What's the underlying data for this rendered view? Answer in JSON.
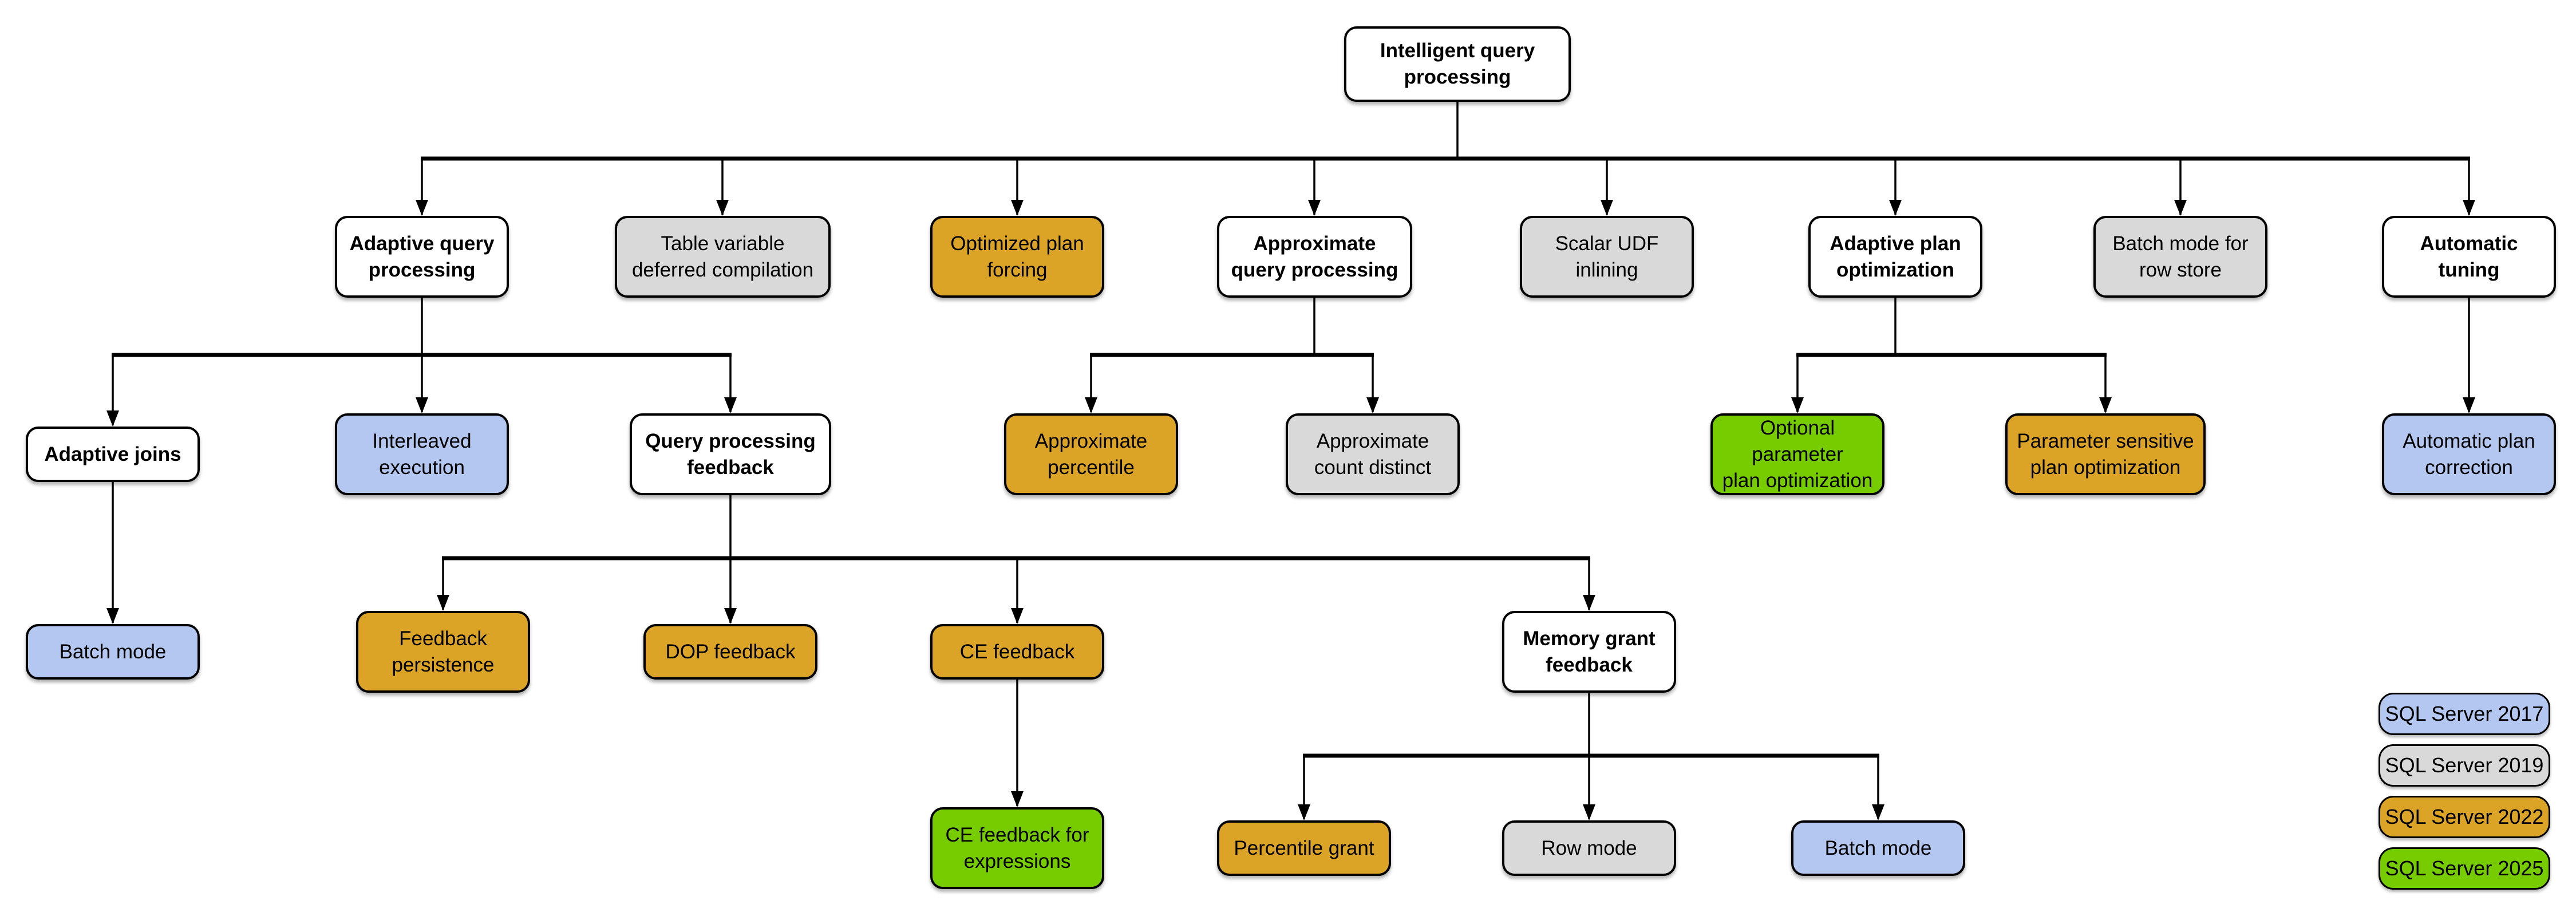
{
  "diagram": {
    "root_label": "Intelligent query\nprocessing",
    "description_colors": {
      "sql_server_2017": "#b4c7f0",
      "sql_server_2019": "#d9d9d9",
      "sql_server_2022": "#dba427",
      "sql_server_2025": "#77cc00",
      "category_header": "#ffffff",
      "border_and_lines": "#000000"
    }
  },
  "nodes": [
    {
      "label": "Intelligent query\nprocessing",
      "category": "header"
    },
    {
      "label": "Adaptive query\nprocessing",
      "category": "header"
    },
    {
      "label": "Table variable\ndeferred compilation",
      "category": "sql-server-2019"
    },
    {
      "label": "Optimized plan\nforcing",
      "category": "sql-server-2022"
    },
    {
      "label": "Approximate\nquery processing",
      "category": "header"
    },
    {
      "label": "Scalar UDF\ninlining",
      "category": "sql-server-2019"
    },
    {
      "label": "Adaptive plan\noptimization",
      "category": "header"
    },
    {
      "label": "Batch mode for\nrow store",
      "category": "sql-server-2019"
    },
    {
      "label": "Automatic\ntuning",
      "category": "header"
    },
    {
      "label": "Adaptive joins",
      "category": "header"
    },
    {
      "label": "Interleaved\nexecution",
      "category": "sql-server-2017"
    },
    {
      "label": "Query processing\nfeedback",
      "category": "header"
    },
    {
      "label": "Approximate\npercentile",
      "category": "sql-server-2022"
    },
    {
      "label": "Approximate\ncount distinct",
      "category": "sql-server-2019"
    },
    {
      "label": "Optional parameter\nplan optimization",
      "category": "sql-server-2025"
    },
    {
      "label": "Parameter sensitive\nplan optimization",
      "category": "sql-server-2022"
    },
    {
      "label": "Automatic plan\ncorrection",
      "category": "sql-server-2017"
    },
    {
      "label": "Batch mode",
      "category": "sql-server-2017"
    },
    {
      "label": "Feedback\npersistence",
      "category": "sql-server-2022"
    },
    {
      "label": "DOP feedback",
      "category": "sql-server-2022"
    },
    {
      "label": "CE feedback",
      "category": "sql-server-2022"
    },
    {
      "label": "Memory grant\nfeedback",
      "category": "header"
    },
    {
      "label": "CE feedback for\nexpressions",
      "category": "sql-server-2025"
    },
    {
      "label": "Percentile grant",
      "category": "sql-server-2022"
    },
    {
      "label": "Row mode",
      "category": "sql-server-2019"
    },
    {
      "label": "Batch mode",
      "category": "sql-server-2017"
    }
  ],
  "edges": [
    {
      "from": "Intelligent query processing",
      "to": [
        "Adaptive query processing",
        "Table variable deferred compilation",
        "Optimized plan forcing",
        "Approximate query processing",
        "Scalar UDF inlining",
        "Adaptive plan optimization",
        "Batch mode for row store",
        "Automatic tuning"
      ]
    },
    {
      "from": "Adaptive query processing",
      "to": [
        "Adaptive joins",
        "Interleaved execution",
        "Query processing feedback"
      ]
    },
    {
      "from": "Approximate query processing",
      "to": [
        "Approximate percentile",
        "Approximate count distinct"
      ]
    },
    {
      "from": "Adaptive plan optimization",
      "to": [
        "Optional parameter plan optimization",
        "Parameter sensitive plan optimization"
      ]
    },
    {
      "from": "Automatic tuning",
      "to": [
        "Automatic plan correction"
      ]
    },
    {
      "from": "Adaptive joins",
      "to": [
        "Batch mode"
      ]
    },
    {
      "from": "Query processing feedback",
      "to": [
        "Feedback persistence",
        "DOP feedback",
        "CE feedback",
        "Memory grant feedback"
      ]
    },
    {
      "from": "CE feedback",
      "to": [
        "CE feedback for expressions"
      ]
    },
    {
      "from": "Memory grant feedback",
      "to": [
        "Percentile grant",
        "Row mode",
        "Batch mode"
      ]
    }
  ],
  "legend": {
    "items": [
      {
        "label": "SQL Server 2017",
        "color": "#b4c7f0"
      },
      {
        "label": "SQL Server 2019",
        "color": "#d9d9d9"
      },
      {
        "label": "SQL Server 2022",
        "color": "#dba427"
      },
      {
        "label": "SQL Server 2025",
        "color": "#77cc00"
      }
    ]
  }
}
